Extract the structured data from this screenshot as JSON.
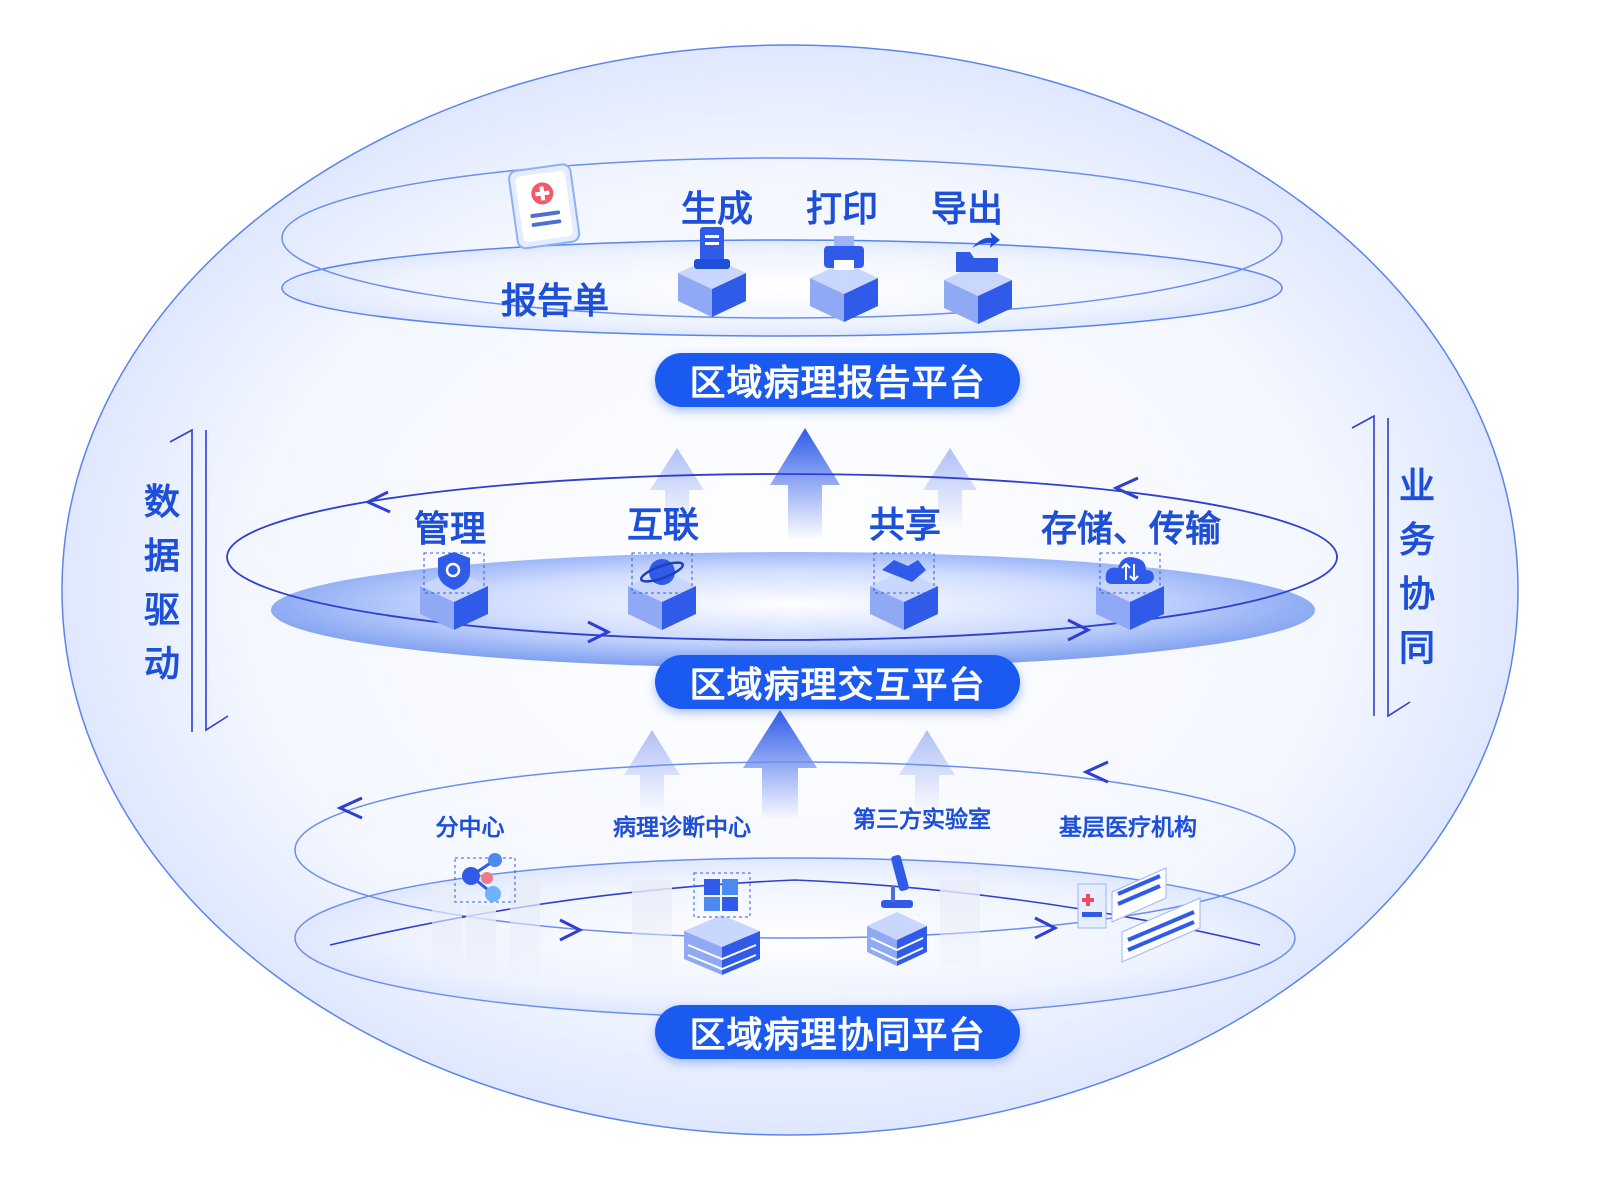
{
  "colors": {
    "primary": "#1a5af0",
    "text": "#1d4fd8",
    "light": "#dbe6ff"
  },
  "report_layer": {
    "title": "区域病理报告平台",
    "report_label": "报告单",
    "actions": [
      {
        "label": "生成",
        "icon": "document-stand-icon"
      },
      {
        "label": "打印",
        "icon": "printer-icon"
      },
      {
        "label": "导出",
        "icon": "export-folder-icon"
      }
    ]
  },
  "interaction_layer": {
    "title": "区域病理交互平台",
    "functions": [
      {
        "label": "管理",
        "icon": "shield-search-icon"
      },
      {
        "label": "互联",
        "icon": "planet-icon"
      },
      {
        "label": "共享",
        "icon": "handshake-icon"
      },
      {
        "label": "存储、传输",
        "icon": "cloud-transfer-icon"
      }
    ]
  },
  "collaboration_layer": {
    "title": "区域病理协同平台",
    "institutions": [
      {
        "label": "分中心",
        "icon": "molecule-icon"
      },
      {
        "label": "病理诊断中心",
        "icon": "cube-stack-icon"
      },
      {
        "label": "第三方实验室",
        "icon": "microscope-icon"
      },
      {
        "label": "基层医疗机构",
        "icon": "hospital-icon"
      }
    ]
  },
  "side_labels": {
    "left": "数据驱动",
    "right": "业务协同"
  }
}
